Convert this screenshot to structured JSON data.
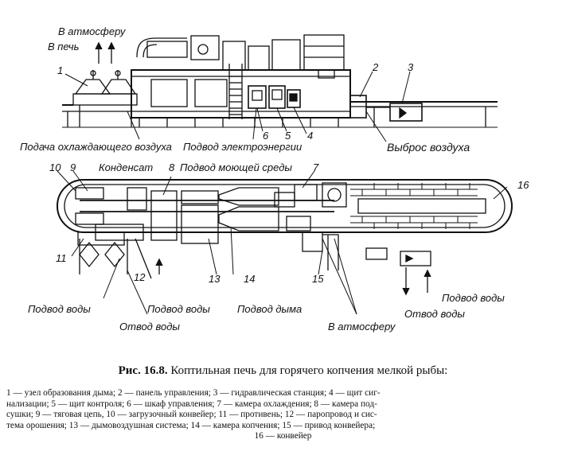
{
  "top_labels": {
    "atmosphere_top": "В атмосферу",
    "to_furnace": "В печь",
    "cooling_air": "Подача охлаждающего воздуха",
    "power_supply": "Подвод электроэнергии",
    "air_exhaust": "Выброс воздуха"
  },
  "plan_labels": {
    "condensate": "Конденсат",
    "washing_medium": "Подвод моющей среды",
    "water_in_left": "Подвод воды",
    "water_out_left": "Отвод воды",
    "water_in_mid": "Подвод воды",
    "smoke_in": "Подвод дыма",
    "atmosphere_bottom": "В атмосферу",
    "water_out_right": "Отвод воды",
    "water_in_right": "Подвод воды"
  },
  "numbers": {
    "n1": "1",
    "n2": "2",
    "n3": "3",
    "n4": "4",
    "n5": "5",
    "n6": "6",
    "n7": "7",
    "n8": "8",
    "n9": "9",
    "n10": "10",
    "n11": "11",
    "n12": "12",
    "n13": "13",
    "n14": "14",
    "n15": "15",
    "n16": "16"
  },
  "caption": {
    "figure_number": "Рис. 16.8.",
    "title": "Коптильная печь для горячего копчения мелкой рыбы:"
  },
  "legend": {
    "line1": "1 — узел образования дыма; 2 — панель управления; 3 — гидравлическая станция; 4 — щит сиг-",
    "line2": "нализации; 5 — щит контроля; 6 — шкаф управления; 7 — камера охлаждения; 8 — камера под-",
    "line3": "сушки; 9 — тяговая цепь, 10 — загрузочный конвейер; 11 — противень; 12 — паропровод и сис-",
    "line4": "тема орошения; 13 — дымовоздушная система; 14 — камера копчения; 15 — привод конвейера;",
    "line5": "16 — конвейер"
  }
}
